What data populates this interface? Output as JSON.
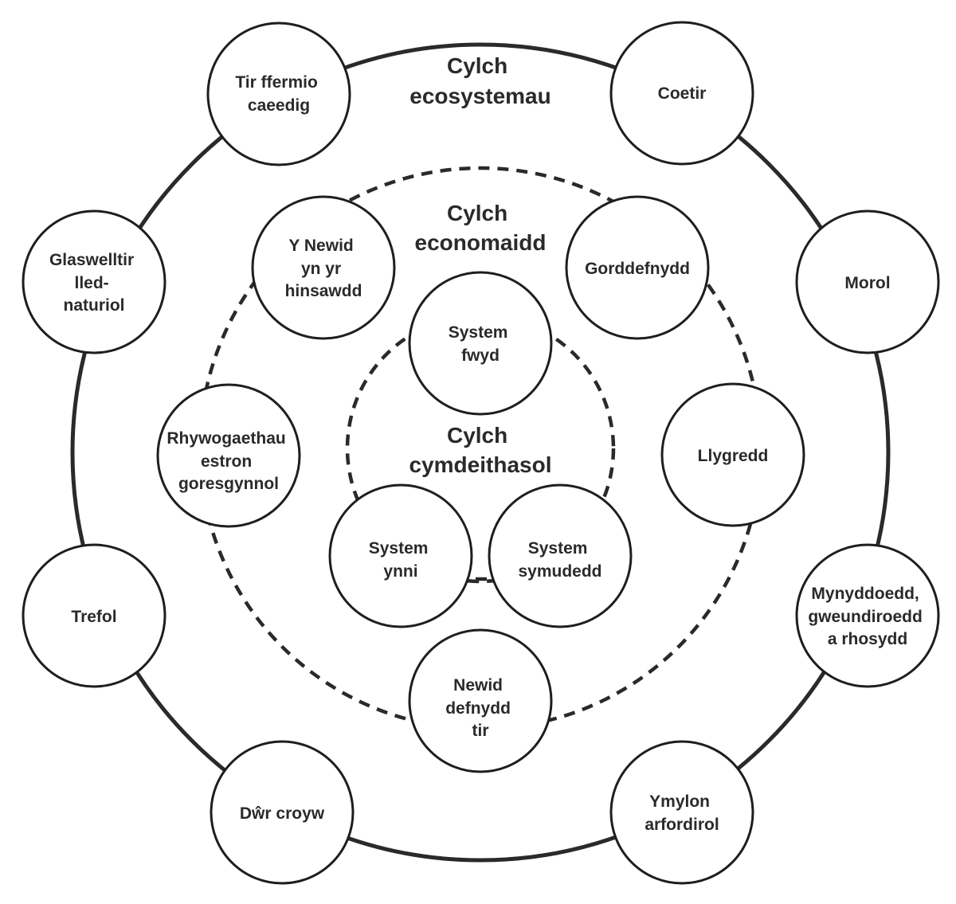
{
  "rings": {
    "ecosystem": {
      "title_lines": [
        "Cylch",
        "ecosystemau"
      ]
    },
    "economic": {
      "title_lines": [
        "Cylch",
        "economaidd"
      ]
    },
    "social": {
      "title_lines": [
        "Cylch",
        "cymdeithasol"
      ]
    }
  },
  "nodes": {
    "tir_ffermio_caeedig": [
      "Tir ffermio",
      "caeedig"
    ],
    "coetir": [
      "Coetir"
    ],
    "glaswelltir": [
      "Glaswelltir",
      "lled-",
      "naturiol"
    ],
    "morol": [
      "Morol"
    ],
    "trefol": [
      "Trefol"
    ],
    "mynyddoedd": [
      "Mynyddoedd,",
      "gweundiroedd",
      "a rhosydd"
    ],
    "dwr_croyw": [
      "Dŵr croyw"
    ],
    "ymylon_arfordirol": [
      "Ymylon",
      "arfordirol"
    ],
    "y_newid_hinsawdd": [
      "Y Newid",
      "yn yr",
      "hinsawdd"
    ],
    "gorddefnydd": [
      "Gorddefnydd"
    ],
    "rhywogaethau": [
      "Rhywogaethau",
      "estron",
      "goresgynnol"
    ],
    "llygredd": [
      "Llygredd"
    ],
    "newid_defnydd_tir": [
      "Newid",
      "defnydd",
      "tir"
    ],
    "system_fwyd": [
      "System",
      "fwyd"
    ],
    "system_ynni": [
      "System",
      "ynni"
    ],
    "system_symudedd": [
      "System",
      "symudedd"
    ]
  }
}
